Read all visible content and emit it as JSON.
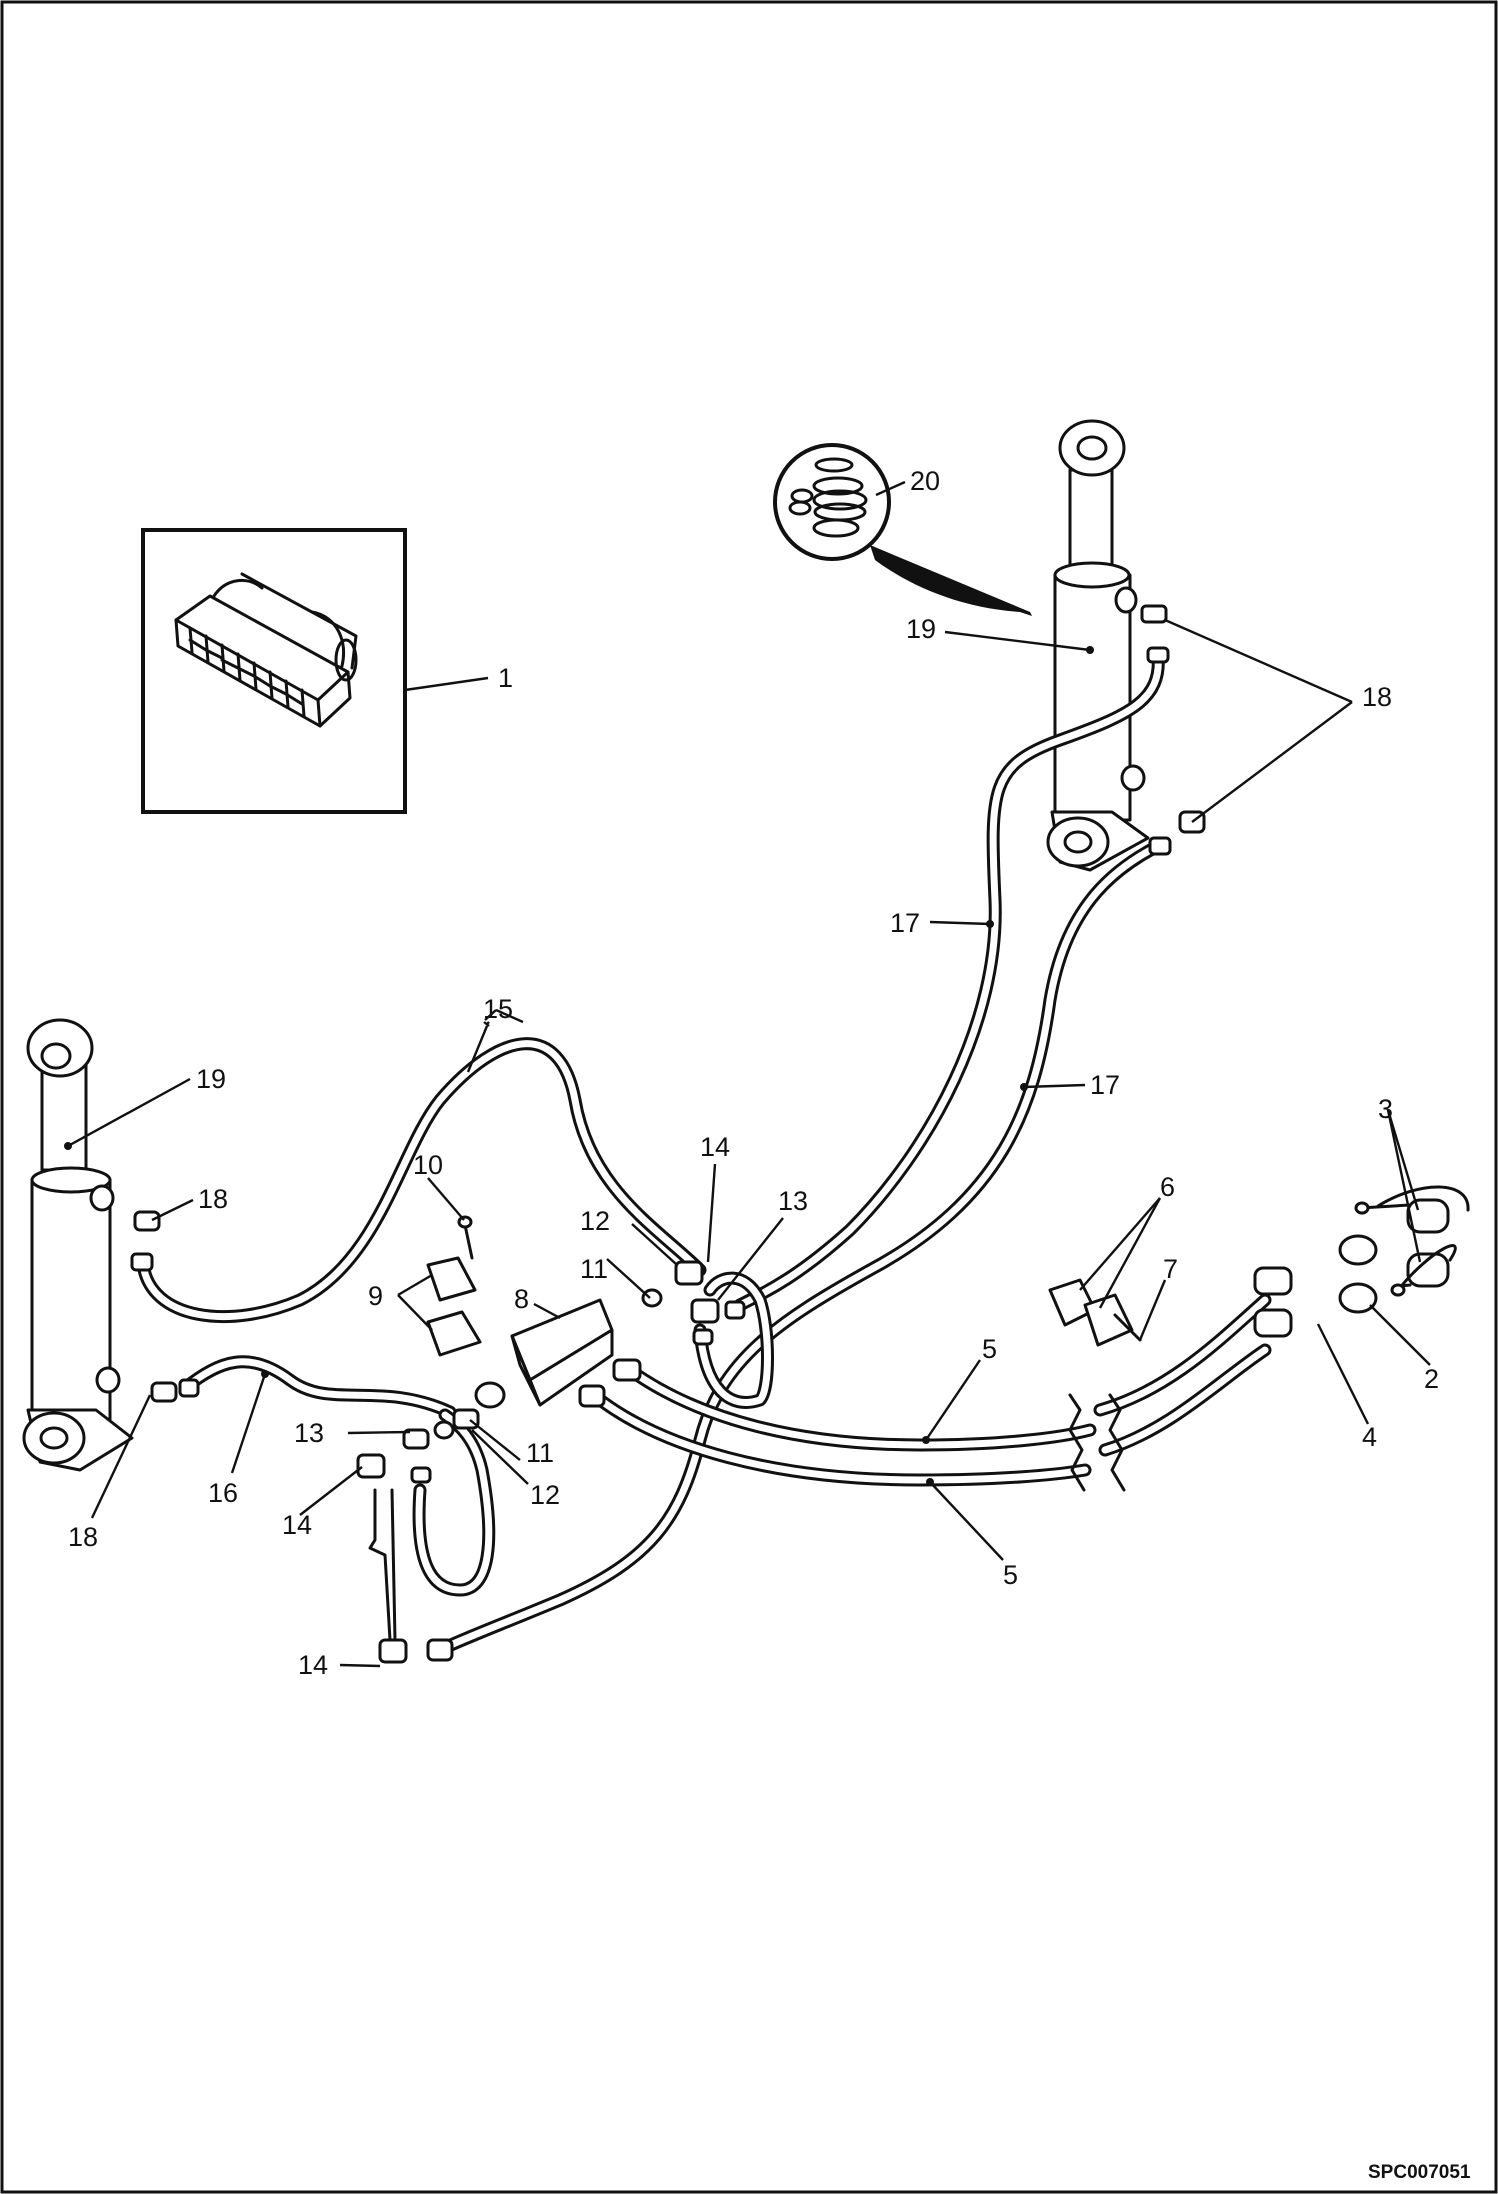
{
  "drawing": {
    "reference": "SPC007051"
  },
  "callouts": [
    {
      "id": "c1",
      "text": "1"
    },
    {
      "id": "c2",
      "text": "2"
    },
    {
      "id": "c3",
      "text": "3"
    },
    {
      "id": "c4",
      "text": "4"
    },
    {
      "id": "c5a",
      "text": "5"
    },
    {
      "id": "c5b",
      "text": "5"
    },
    {
      "id": "c6",
      "text": "6"
    },
    {
      "id": "c7",
      "text": "7"
    },
    {
      "id": "c8",
      "text": "8"
    },
    {
      "id": "c9",
      "text": "9"
    },
    {
      "id": "c10",
      "text": "10"
    },
    {
      "id": "c11a",
      "text": "11"
    },
    {
      "id": "c11b",
      "text": "11"
    },
    {
      "id": "c12a",
      "text": "12"
    },
    {
      "id": "c12b",
      "text": "12"
    },
    {
      "id": "c13a",
      "text": "13"
    },
    {
      "id": "c13b",
      "text": "13"
    },
    {
      "id": "c14a",
      "text": "14"
    },
    {
      "id": "c14b",
      "text": "14"
    },
    {
      "id": "c14c",
      "text": "14"
    },
    {
      "id": "c15",
      "text": "15"
    },
    {
      "id": "c16",
      "text": "16"
    },
    {
      "id": "c17a",
      "text": "17"
    },
    {
      "id": "c17b",
      "text": "17"
    },
    {
      "id": "c18a",
      "text": "18"
    },
    {
      "id": "c18b",
      "text": "18"
    },
    {
      "id": "c18c",
      "text": "18"
    },
    {
      "id": "c19a",
      "text": "19"
    },
    {
      "id": "c19b",
      "text": "19"
    },
    {
      "id": "c20",
      "text": "20"
    }
  ]
}
